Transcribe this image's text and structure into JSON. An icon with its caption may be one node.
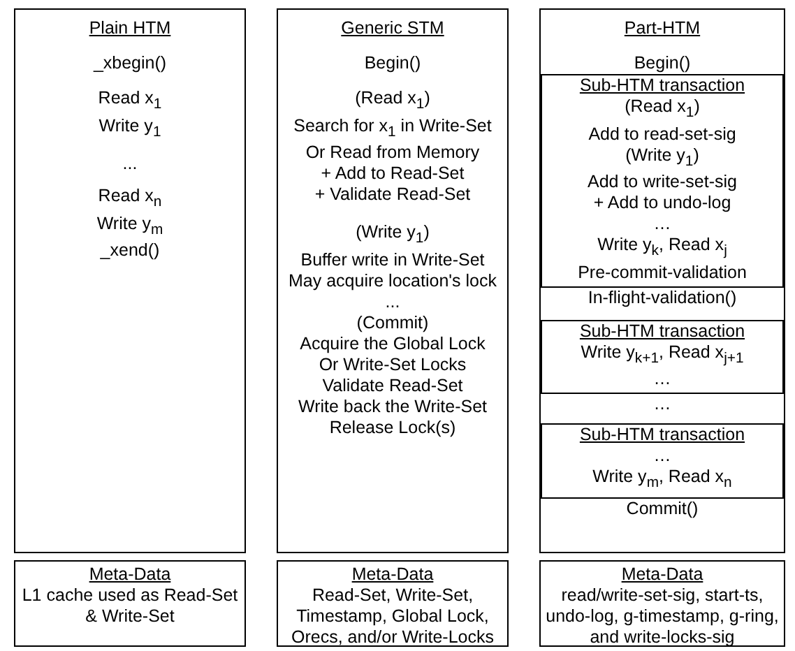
{
  "diagram": {
    "nodes": [
      {
        "text": [
          "Plain HTM",
          "_xbegin()",
          "Read x$_{1}$",
          "Write y$_{1}$",
          "...",
          "Read x$_{n}$",
          "Write y$_{m}$",
          "_xend()"
        ]
      },
      {
        "text": [
          "Generic STM",
          "Begin()",
          "(Read x$_{1}$)",
          "Search for x$_{1}$ in Write-Set",
          "Or Read from Memory",
          "+ Add to Read-Set",
          "+ Validate Read-Set",
          "(Write y$_{1}$)",
          "Buffer write in Write-Set",
          "May acquire location's lock",
          "...",
          "(Commit)",
          "Acquire the Global Lock",
          "Or Write-Set Locks",
          "Validate Read-Set",
          "Write back the Write-Set",
          "Release Lock(s)"
        ]
      },
      {
        "text": [
          "Part-HTM",
          "Begin()",
          "In-flight-validation()",
          "…",
          "Commit()"
        ]
      },
      {
        "text": [
          "Meta-Data",
          "L1 cache used as Read-Set & Write-Set"
        ]
      },
      {
        "text": [
          "Meta-Data",
          "Read-Set, Write-Set, Timestamp, Global Lock, Orecs, and/or Write-Locks"
        ]
      },
      {
        "text": [
          "Meta-Data",
          "read/write-set-sig, start-ts, undo-log, g-timestamp, g-ring, and write-locks-sig"
        ]
      },
      {
        "text": [
          "Sub-HTM transaction",
          "(Read x$_{1}$)",
          "Add to read-set-sig",
          "(Write y$_{1}$)",
          "Add to write-set-sig",
          "+ Add to undo-log",
          "…",
          "Write y$_{k}$, Read x$_{j}$",
          "Pre-commit-validation"
        ],
        "in": 2
      },
      {
        "text": [
          "Sub-HTM transaction",
          "Write y$_{k+1}$, Read x$_{j+1}$",
          "…"
        ],
        "in": 2
      },
      {
        "text": [
          "Sub-HTM transaction",
          "…",
          "Write y$_{m}$, Read x$_{n}$"
        ],
        "in": 2
      }
    ]
  }
}
